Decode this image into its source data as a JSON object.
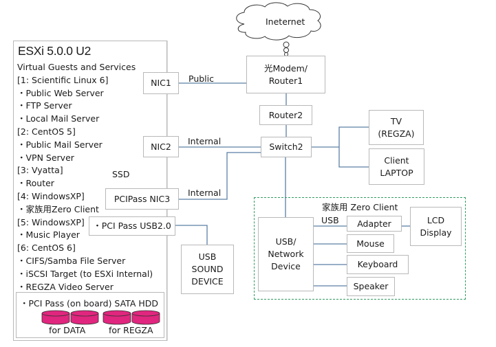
{
  "esxi": {
    "title": "ESXi 5.0.0 U2",
    "lines": [
      "Virtual Guests and Services",
      "[1: Scientific Linux 6]",
      "・Public Web Server",
      "・FTP  Server",
      "・Local Mail Server",
      "[2: CentOS 5]",
      "・Public Mail Server",
      "・VPN Server",
      "[3: Vyatta]",
      "・Router",
      "[4: WindowsXP]",
      "・家族用Zero Client",
      "[5: WindowsXP]",
      "・Music Player",
      "[6: CentOS 6]",
      "・CIFS/Samba File Server",
      "・iSCSI Target (to ESXi  Internal)",
      "・REGZA Video Server"
    ],
    "hdd": {
      "title": "・PCI Pass (on board) SATA HDD",
      "groups": [
        {
          "label": "for DATA",
          "disks": 2
        },
        {
          "label": "for REGZA",
          "disks": 2
        }
      ],
      "disk_color": "#e0267e"
    }
  },
  "ssd": {
    "label": "SSD",
    "color": "#ffff00"
  },
  "nodes": {
    "internet": "Ineternet",
    "modem_line1": "光Modem/",
    "modem_line2": "Router1",
    "router2": "Router2",
    "switch2": "Switch2",
    "tv_line1": "TV",
    "tv_line2": "(REGZA)",
    "laptop_line1": "Client",
    "laptop_line2": "LAPTOP",
    "nic1": "NIC1",
    "nic2": "NIC2",
    "nic3": "PCIPass NIC3",
    "usb_pass": "・PCI Pass USB2.0",
    "usb_sound_line1": "USB",
    "usb_sound_line2": "SOUND",
    "usb_sound_line3": "DEVICE"
  },
  "links": {
    "public": "Public",
    "internal1": "Internal",
    "internal2": "Internal",
    "usb": "USB"
  },
  "zero_client": {
    "title": "家族用 Zero Client",
    "device_line1": "USB/",
    "device_line2": "Network",
    "device_line3": "Device",
    "adapter": "Adapter",
    "mouse": "Mouse",
    "keyboard": "Keyboard",
    "speaker": "Speaker",
    "lcd_line1": "LCD",
    "lcd_line2": "Display",
    "border_color": "#2f9a62"
  },
  "colors": {
    "wire": "#5b7fa3",
    "box_border": "#b8b8b8"
  }
}
